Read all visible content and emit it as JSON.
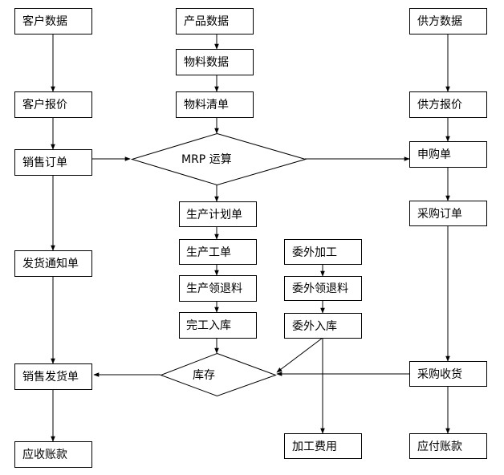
{
  "nodes": {
    "customer_data": "客户数据",
    "customer_quote": "客户报价",
    "sales_order": "销售订单",
    "delivery_notice": "发货通知单",
    "sales_delivery": "销售发货单",
    "receivables": "应收账款",
    "product_data": "产品数据",
    "material_data": "物料数据",
    "bom": "物料清单",
    "mrp": "MRP 运算",
    "production_plan": "生产计划单",
    "work_order": "生产工单",
    "production_issue_return": "生产领退料",
    "completion_stock_in": "完工入库",
    "inventory": "库存",
    "outsourcing": "委外加工",
    "outsource_issue_return": "委外领退料",
    "outsource_stock_in": "委外入库",
    "processing_fee": "加工费用",
    "supplier_data": "供方数据",
    "supplier_quote": "供方报价",
    "purchase_request": "申购单",
    "purchase_order": "采购订单",
    "purchase_receipt": "采购收货",
    "payables": "应付账款"
  }
}
